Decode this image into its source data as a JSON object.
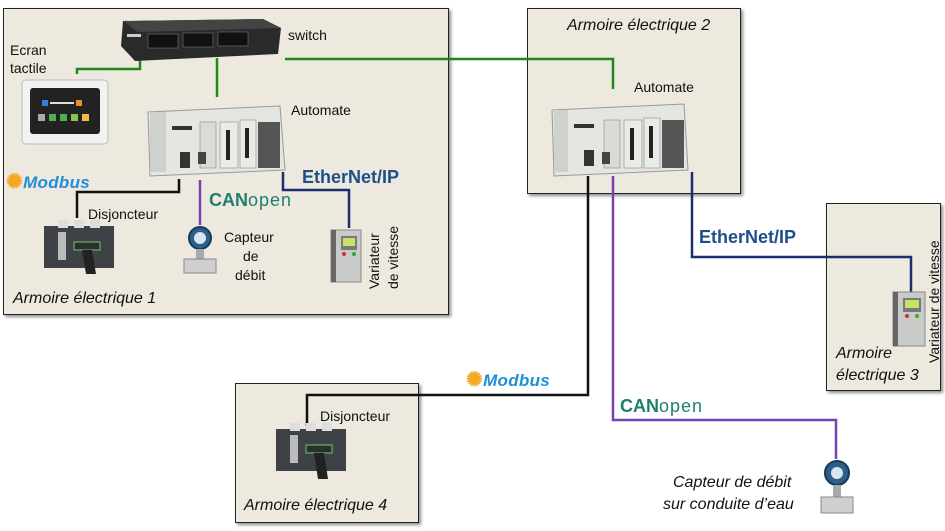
{
  "diagram": {
    "cabinets": [
      {
        "id": "armoire-1",
        "label": "Armoire électrique 1"
      },
      {
        "id": "armoire-2",
        "label": "Armoire électrique 2"
      },
      {
        "id": "armoire-3",
        "label_line1": "Armoire",
        "label_line2": "électrique 3"
      },
      {
        "id": "armoire-4",
        "label": "Armoire électrique 4"
      }
    ],
    "devices": {
      "switch": "switch",
      "ecran_line1": "Ecran",
      "ecran_line2": "tactile",
      "automate_1": "Automate",
      "automate_2": "Automate",
      "disjoncteur_1": "Disjoncteur",
      "disjoncteur_4": "Disjoncteur",
      "capteur_1_line1": "Capteur",
      "capteur_1_line2": "de",
      "capteur_1_line3": "débit",
      "variateur_1_line1": "Variateur",
      "variateur_1_line2": "de vitesse",
      "variateur_3": "Variateur de vitesse",
      "capteur_eau_line1": "Capteur de débit",
      "capteur_eau_line2": "sur conduite d’eau"
    },
    "protocols": {
      "modbus": "Modbus",
      "ethernetip_a": "Ether",
      "ethernetip_b": "Net/IP",
      "canopen_a": "CAN",
      "canopen_b": "open"
    },
    "colors": {
      "ethernet": "#1a8a1a",
      "modbus": "#111111",
      "canopen": "#7b3fb0",
      "ethernetip": "#1b2f6e",
      "cabinet_bg": "#ede9df"
    }
  }
}
